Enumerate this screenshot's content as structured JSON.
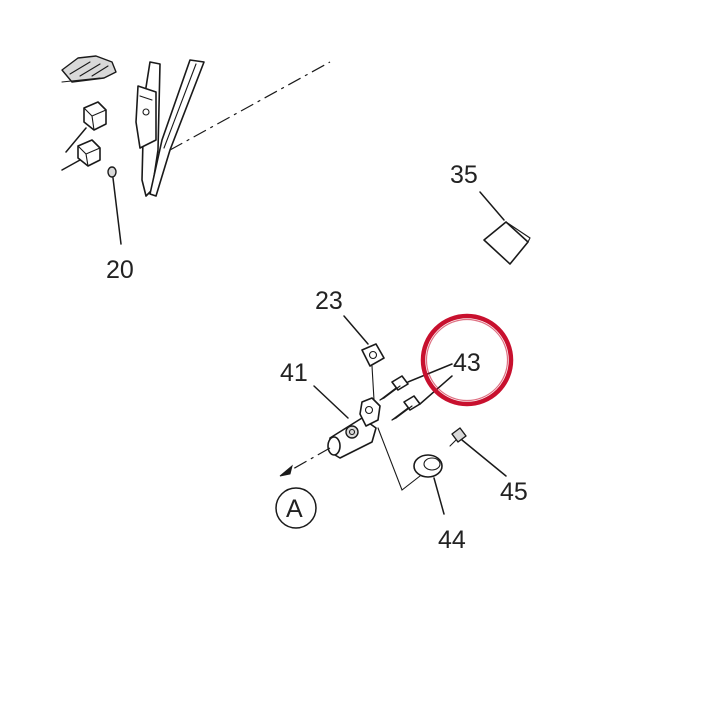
{
  "diagram": {
    "callouts": [
      {
        "id": "20",
        "label": "20"
      },
      {
        "id": "23",
        "label": "23"
      },
      {
        "id": "35",
        "label": "35"
      },
      {
        "id": "41",
        "label": "41"
      },
      {
        "id": "43",
        "label": "43"
      },
      {
        "id": "44",
        "label": "44"
      },
      {
        "id": "45",
        "label": "45"
      }
    ],
    "reference_marker": {
      "label": "A"
    },
    "highlight": {
      "target": "43",
      "color": "#c8102e"
    },
    "colors": {
      "line": "#1a1a1a",
      "background": "#ffffff",
      "highlight": "#c8102e"
    }
  }
}
